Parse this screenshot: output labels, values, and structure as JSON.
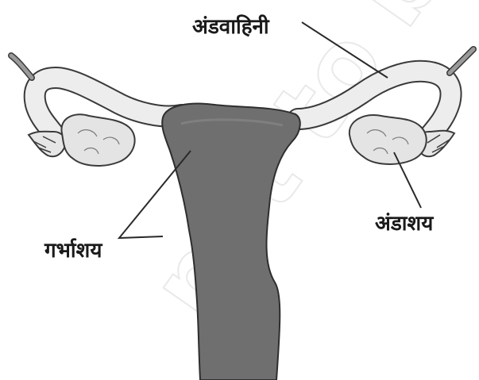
{
  "labels": {
    "fallopian_tube": "अंडवाहिनी",
    "ovary": "अंडाशय",
    "uterus": "गर्भाशय"
  },
  "watermark": "not to be",
  "colors": {
    "uterus_fill": "#6f6f6f",
    "tube_fill": "#ededed",
    "ovary_fill": "#e4e4e4",
    "outline": "#3a3a3a",
    "label_line": "#2a2a2a",
    "background": "#ffffff"
  }
}
